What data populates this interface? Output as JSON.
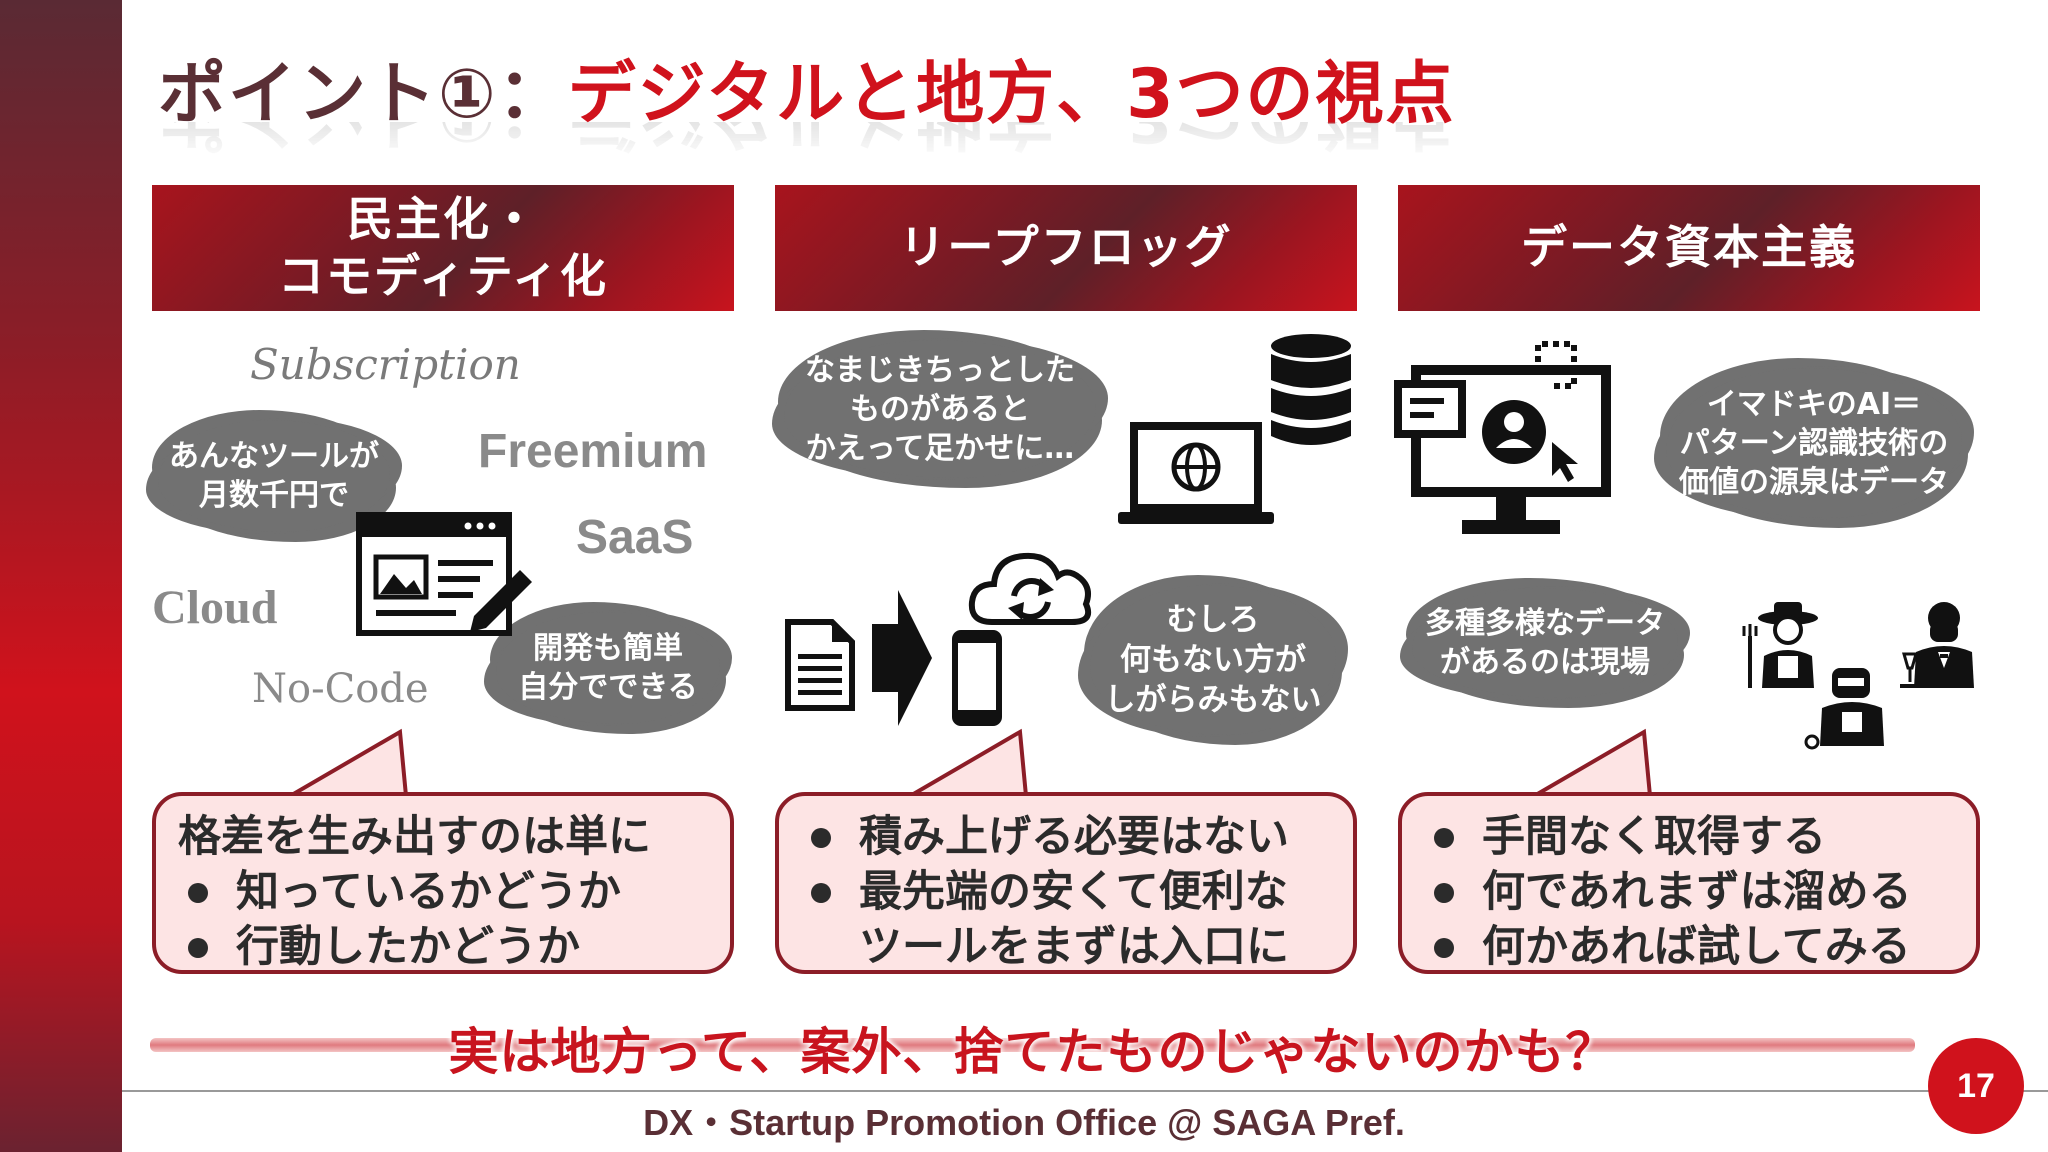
{
  "slide": {
    "title_prefix": "ポイント①：",
    "title_main": "デジタルと地方、3つの視点",
    "page_number": "17",
    "footer": "DX・Startup Promotion Office @ SAGA Pref.",
    "conclusion": "実は地方って、案外、捨てたものじゃないのかも？"
  },
  "columns": [
    {
      "header": "民主化・\nコモディティ化",
      "words": [
        "Subscription",
        "Freemium",
        "SaaS",
        "Cloud",
        "No-Code"
      ],
      "clouds": [
        "あんなツールが\n月数千円で",
        "開発も簡単\n自分でできる"
      ],
      "box_heading": "格差を生み出すのは単に",
      "box_items": [
        "知っているかどうか",
        "行動したかどうか"
      ]
    },
    {
      "header": "リープフロッグ",
      "clouds": [
        "なまじきちっとした\nものがあると\nかえって足かせに…",
        "むしろ\n何もない方が\nしがらみもない"
      ],
      "box_items": [
        "積み上げる必要はない",
        "最先端の安くて便利な"
      ],
      "box_continuation": "ツールをまずは入口に"
    },
    {
      "header": "データ資本主義",
      "clouds": [
        "イマドキのAI＝\nパターン認識技術の\n価値の源泉はデータ",
        "多種多様なデータ\nがあるのは現場"
      ],
      "box_items": [
        "手間なく取得する",
        "何であれまずは溜める",
        "何かあれば試してみる"
      ]
    }
  ],
  "icons": {
    "col1": [
      "webpage-edit-icon"
    ],
    "col2": [
      "database-icon",
      "laptop-globe-icon",
      "document-icon",
      "arrow-right-icon",
      "cloud-sync-icon",
      "smartphone-icon"
    ],
    "col3": [
      "monitor-user-icon",
      "workers-icon"
    ]
  },
  "colors": {
    "accent": "#d0121c",
    "dark_red": "#8c1d27",
    "title_dark": "#5a2f35",
    "cloud_gray": "#717171",
    "box_fill": "#fde4e4"
  }
}
